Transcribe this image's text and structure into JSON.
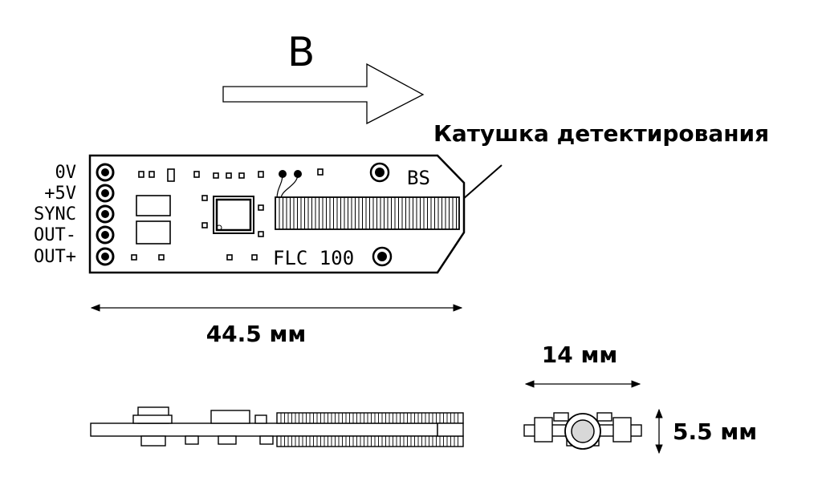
{
  "field_label": "B",
  "callout_label": "Катушка детектирования",
  "pins": [
    "0V",
    "+5V",
    "SYNC",
    "OUT-",
    "OUT+"
  ],
  "board_text": {
    "top_right": "BS",
    "model": "FLC 100"
  },
  "dimensions": {
    "length": "44.5 мм",
    "width": "14 мм",
    "height": "5.5 мм"
  }
}
